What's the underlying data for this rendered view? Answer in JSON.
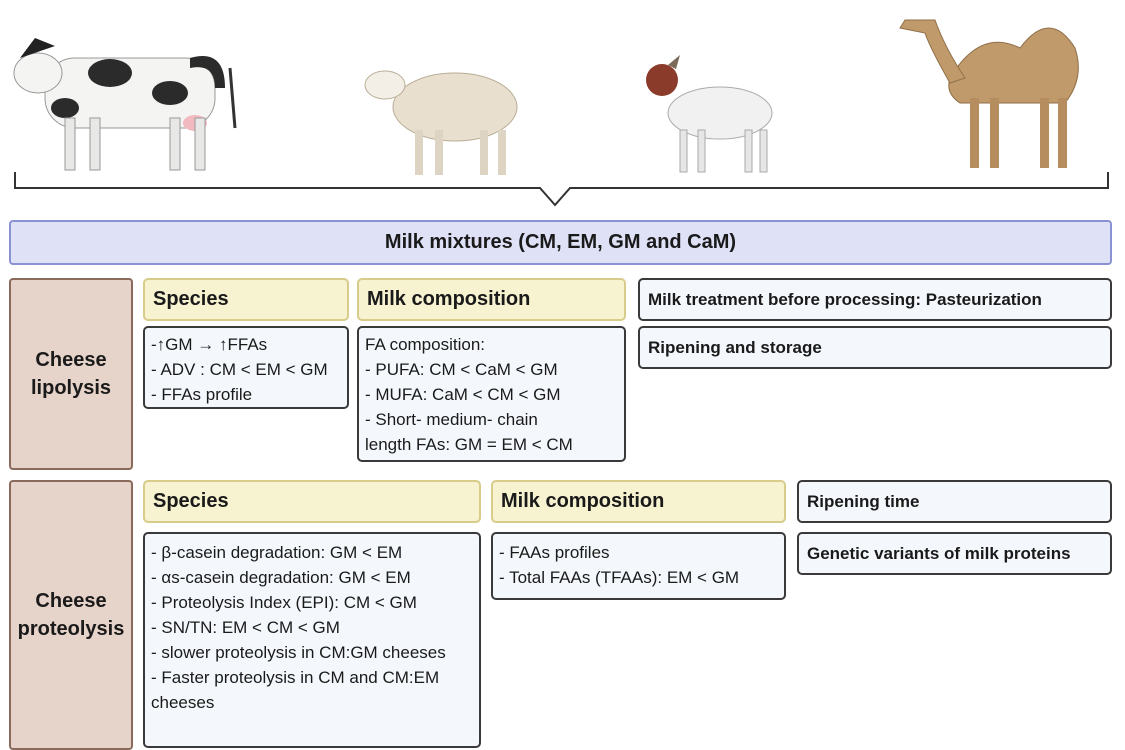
{
  "animals": [
    {
      "name": "cow",
      "icon": "cow-icon"
    },
    {
      "name": "sheep",
      "icon": "sheep-icon"
    },
    {
      "name": "goat",
      "icon": "goat-icon"
    },
    {
      "name": "camel",
      "icon": "camel-icon"
    }
  ],
  "mixtures_title": "Milk mixtures (CM, EM, GM and CaM)",
  "lipolysis": {
    "label_line1": "Cheese",
    "label_line2": "lipolysis",
    "species_header": "Species",
    "species_items": [
      "-↑GM → ↑FFAs",
      "- ADV : CM < EM < GM",
      "- FFAs profile"
    ],
    "composition_header": "Milk composition",
    "composition_items": [
      "FA composition:",
      "- PUFA: CM < CaM < GM",
      "- MUFA: CaM < CM < GM",
      "- Short- medium- chain",
      "length FAs: GM = EM < CM"
    ],
    "treatment": "Milk treatment before processing: Pasteurization",
    "ripening": "Ripening and storage"
  },
  "proteolysis": {
    "label_line1": "Cheese",
    "label_line2": "proteolysis",
    "species_header": "Species",
    "species_items": [
      "- β-casein degradation: GM < EM",
      "- αs-casein degradation: GM < EM",
      "- Proteolysis Index (EPI): CM < GM",
      "- SN/TN: EM < CM < GM",
      "- slower proteolysis in CM:GM cheeses",
      "- Faster proteolysis in CM and CM:EM cheeses"
    ],
    "composition_header": "Milk composition",
    "composition_items": [
      "- FAAs profiles",
      "- Total FAAs (TFAAs): EM < GM"
    ],
    "ripening_time": "Ripening time",
    "genetic": "Genetic variants of milk proteins"
  }
}
